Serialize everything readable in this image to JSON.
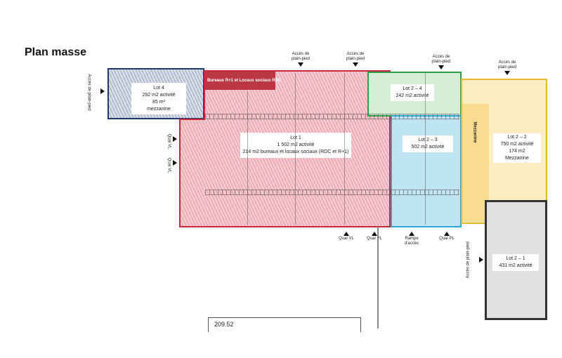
{
  "title": "Plan masse",
  "lots": {
    "lot4": {
      "name": "Lot 4",
      "line1": "292 m2 activité",
      "line2": "85 m²",
      "line3": "mezzanine",
      "color": "#1f3a6e"
    },
    "lot1": {
      "name": "Lot 1",
      "line1": "1 502 m2 activité",
      "line2": "214 m2 bureaux et locaux sociaux (RDC et R+1)",
      "band": "Bureaux R+1 et Locaux sociaux RDC",
      "color": "#c8283a"
    },
    "lot2_4": {
      "name": "Lot 2 – 4",
      "line1": "242 m2 activité",
      "color": "#2e9e48"
    },
    "lot2_3": {
      "name": "Lot 2 – 3",
      "line1": "502 m2 activité",
      "color": "#2aa8dc"
    },
    "lot2_2": {
      "name": "Lot 2 – 2",
      "line1": "750 m2 activité",
      "line2": "174 m2",
      "line3": "Mezzanine",
      "side": "Mezzanine",
      "color": "#e8b62a"
    },
    "lot2_1": {
      "name": "Lot 2 – 1",
      "line1": "431 m2 activité",
      "color": "#333333"
    }
  },
  "access": {
    "top1": "Accès de plain-pied",
    "top2": "Accès de plain-pied",
    "top3": "Accès de plain-pied",
    "top4": "Accès de plain-pied",
    "left": "Accès de plain-pied",
    "right": "Accès de plain-pied",
    "quai_vl_left1": "Quai VL",
    "quai_vl_left2": "Quai VL",
    "quai_vl_bottom": "Quai VL",
    "quai_pl_bottom1": "Quai PL",
    "rampe": "Rampe d'accès",
    "quai_pl_bottom2": "Quai PL"
  },
  "dimension": "209.52"
}
